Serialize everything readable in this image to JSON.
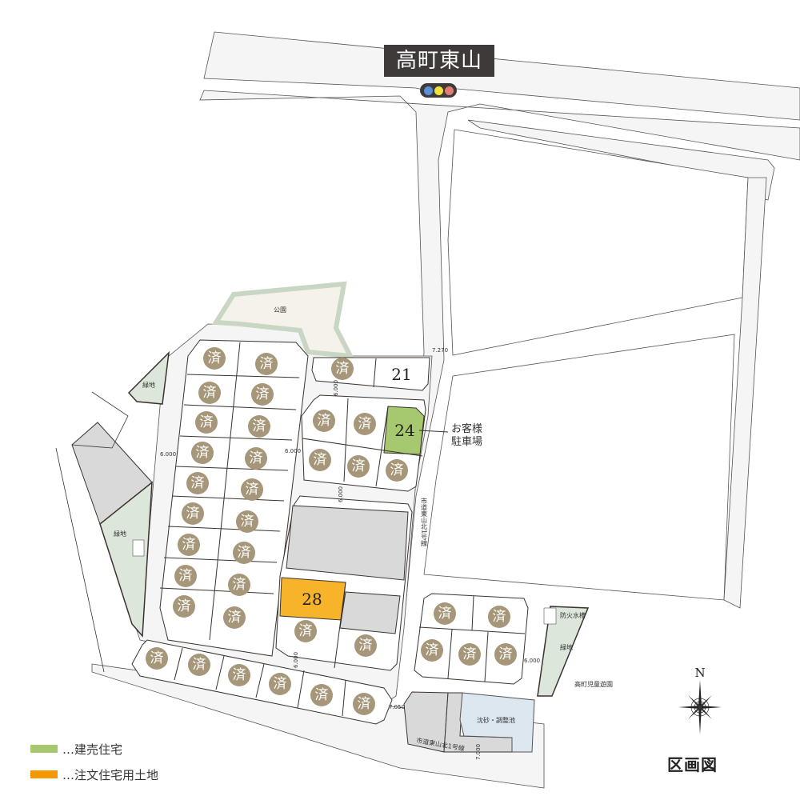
{
  "header": {
    "intersection_name": "高町東山",
    "signal_colors": [
      "#5b8fd6",
      "#f2e33c",
      "#e37b76"
    ]
  },
  "map": {
    "park_label": "公園",
    "green_area_label": "緑地",
    "fire_cistern_label": "防火水槽",
    "retention_pond_label": "沈砂・調整池",
    "playground_label": "高町児童遊園",
    "customer_parking_label_line1": "お客様",
    "customer_parking_label_line2": "駐車場",
    "road_north_south": "市道東山北1号線",
    "road_south": "市道東山北1号線",
    "sold_mark": "済",
    "dimensions": {
      "main_road_width": "7.270",
      "inner_road_a": "6.000",
      "inner_road_b": "6.000",
      "inner_road_c": "6.000",
      "inner_road_d": "6.000",
      "inner_road_e": "6.000",
      "inner_road_f": "6.000",
      "south_road_a": "7.050",
      "south_road_b": "7.000"
    },
    "lots": {
      "lot21": "21",
      "lot24": "24",
      "lot28": "28"
    }
  },
  "legend": {
    "items": [
      {
        "label": "…建売住宅",
        "color": "#a6c86e"
      },
      {
        "label": "…注文住宅用土地",
        "color": "#f39800"
      }
    ]
  },
  "compass": {
    "north_label": "N"
  },
  "footer": {
    "title": "区画図"
  }
}
